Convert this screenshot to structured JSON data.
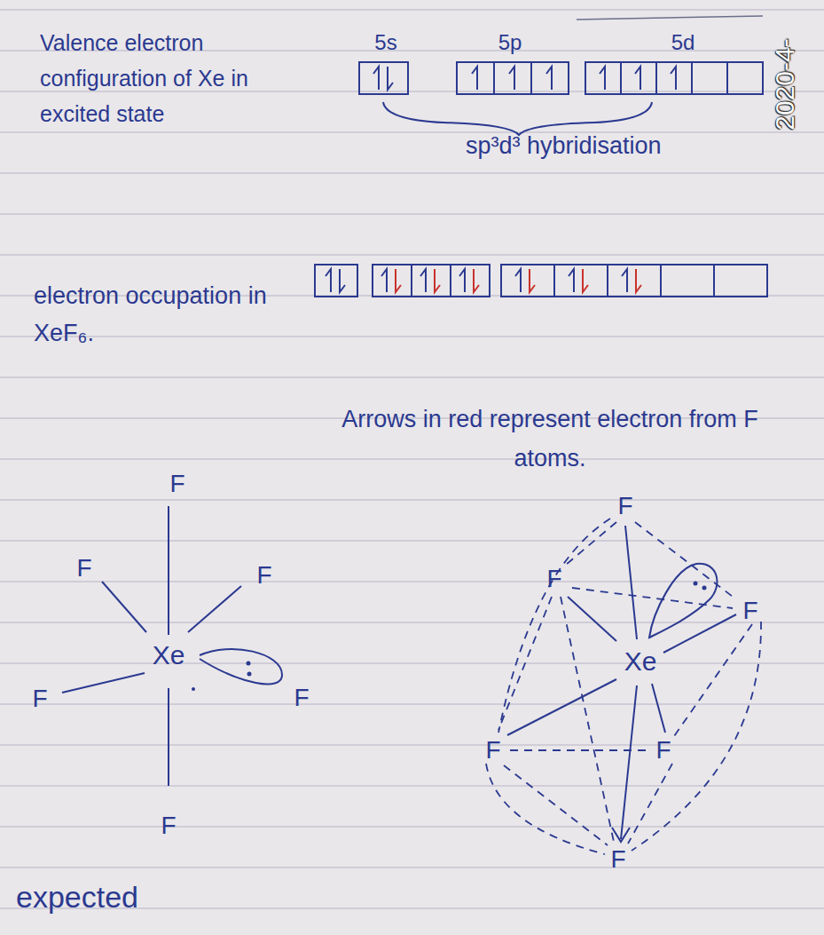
{
  "diagram": {
    "labels": [
      "Valence electron configuration of Xe in excited state",
      "5s",
      "5p",
      "5d",
      "sp³d³ hybridisation",
      "2020-4-",
      "electron occupation in XeF₆.",
      "Arrows in red represent electron from F atoms.",
      "Xe",
      "F",
      "F",
      "F",
      "F",
      "F",
      "F",
      "Xe",
      "F",
      "F",
      "F",
      "F",
      "F",
      "F",
      "expected"
    ]
  }
}
